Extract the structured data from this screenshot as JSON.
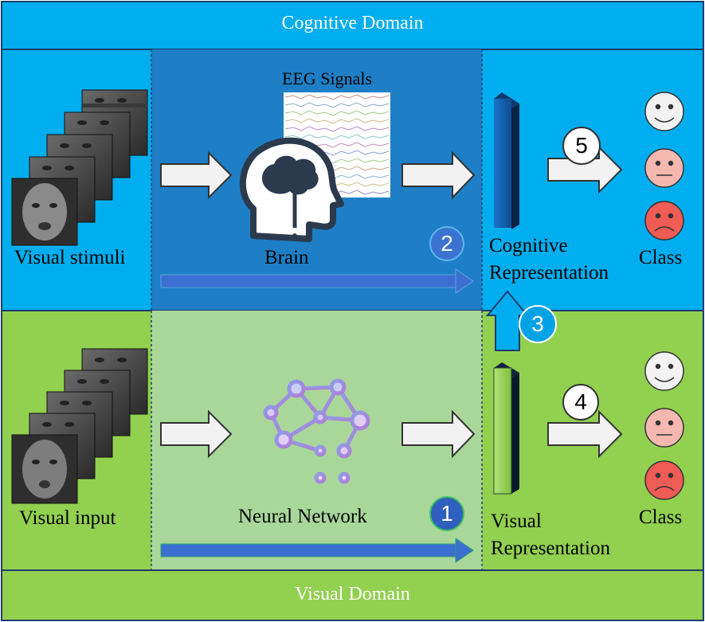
{
  "domains": {
    "cognitive": "Cognitive Domain",
    "visual": "Visual Domain"
  },
  "cognitive_row": {
    "input_label": "Visual stimuli",
    "process_label": "Brain",
    "signal_label": "EEG Signals",
    "representation_label_1": "Cognitive",
    "representation_label_2": "Representation",
    "class_label": "Class"
  },
  "visual_row": {
    "input_label": "Visual input",
    "process_label": "Neural Network",
    "representation_label_1": "Visual",
    "representation_label_2": "Representation",
    "class_label": "Class"
  },
  "steps": {
    "one": "1",
    "two": "2",
    "three": "3",
    "four": "4",
    "five": "5"
  },
  "colors": {
    "cognitive_bg": "#00aeef",
    "cognitive_mid": "#1e7fc6",
    "visual_bg": "#92d050",
    "visual_mid": "#a9d79a",
    "border": "#1f3d6b",
    "happy_face": "#f2f2f2",
    "neutral_face": "#f4b8b0",
    "sad_face": "#ef5b55"
  }
}
